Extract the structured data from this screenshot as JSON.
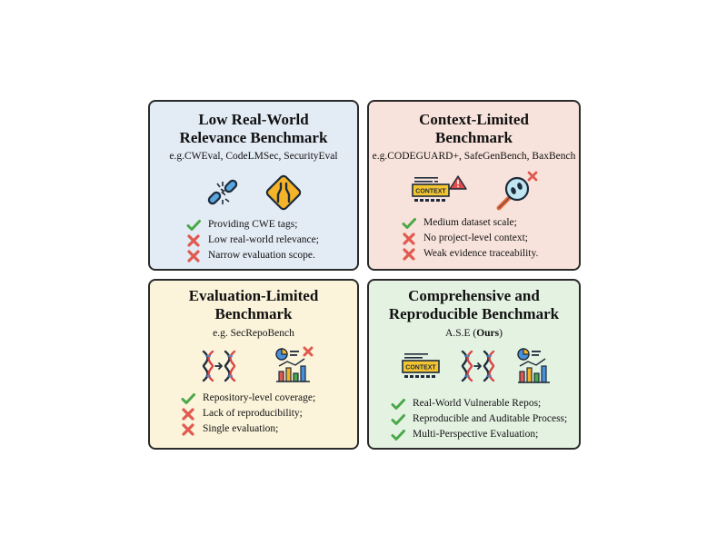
{
  "colors": {
    "card_low": "#e3ebf5",
    "card_context": "#f8e3dc",
    "card_eval": "#fbf3da",
    "card_comp": "#e4f2e2",
    "check": "#4aa84a",
    "cross": "#e05a4f"
  },
  "cards": [
    {
      "title": "Low Real-World Relevance Benchmark",
      "subtitle": "e.g.CWEval,  CodeLMSec, SecurityEval",
      "icons": [
        "broken-chain-icon",
        "road-narrows-sign-icon"
      ],
      "items": [
        {
          "mark": "check",
          "text": "Providing CWE tags;"
        },
        {
          "mark": "cross",
          "text": "Low real-world relevance;"
        },
        {
          "mark": "cross",
          "text": "Narrow evaluation scope."
        }
      ]
    },
    {
      "title": "Context-Limited Benchmark",
      "subtitle": "e.g.CODEGUARD+, SafeGenBench, BaxBench",
      "icons": [
        "context-warning-icon",
        "magnifier-footprints-icon"
      ],
      "context_label": "CONTEXT",
      "items": [
        {
          "mark": "check",
          "text": "Medium dataset scale;"
        },
        {
          "mark": "cross",
          "text": "No project-level context;"
        },
        {
          "mark": "cross",
          "text": "Weak evidence traceability."
        }
      ]
    },
    {
      "title": "Evaluation-Limited Benchmark",
      "subtitle": "e.g. SecRepoBench",
      "icons": [
        "dna-transfer-icon",
        "analytics-cross-icon"
      ],
      "items": [
        {
          "mark": "check",
          "text": "Repository-level coverage;"
        },
        {
          "mark": "cross",
          "text": "Lack of reproducibility;"
        },
        {
          "mark": "cross",
          "text": "Single evaluation;"
        }
      ]
    },
    {
      "title": "Comprehensive and Reproducible Benchmark",
      "subtitle_prefix": "A.S.E (",
      "subtitle_bold": "Ours",
      "subtitle_suffix": ")",
      "icons": [
        "context-icon",
        "dna-transfer-icon",
        "analytics-icon"
      ],
      "context_label": "CONTEXT",
      "items": [
        {
          "mark": "check",
          "text": "Real-World Vulnerable Repos;"
        },
        {
          "mark": "check",
          "text": "Reproducible and Auditable Process;"
        },
        {
          "mark": "check",
          "text": "Multi-Perspective Evaluation;"
        }
      ]
    }
  ]
}
